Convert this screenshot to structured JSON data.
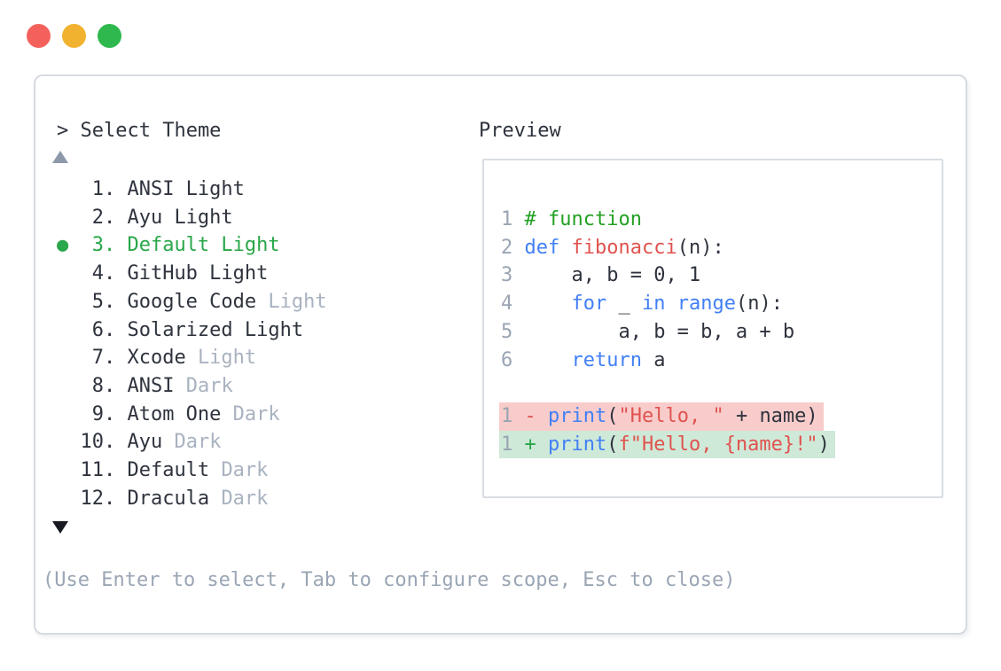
{
  "window": {
    "controls": [
      {
        "name": "close",
        "color": "#f4615c"
      },
      {
        "name": "minimize",
        "color": "#f1b32f"
      },
      {
        "name": "zoom",
        "color": "#2eb84d"
      }
    ]
  },
  "prompt": {
    "text": "> Select Theme"
  },
  "theme_list": {
    "scroll_up_icon": "triangle-up",
    "scroll_down_icon": "triangle-down",
    "selected_number": 3,
    "items": [
      {
        "number": 1,
        "name": "ANSI Light",
        "muted_suffix": "",
        "selected": false
      },
      {
        "number": 2,
        "name": "Ayu Light",
        "muted_suffix": "",
        "selected": false
      },
      {
        "number": 3,
        "name": "Default Light",
        "muted_suffix": "",
        "selected": true
      },
      {
        "number": 4,
        "name": "GitHub Light",
        "muted_suffix": "",
        "selected": false
      },
      {
        "number": 5,
        "name": "Google Code",
        "muted_suffix": "Light",
        "selected": false
      },
      {
        "number": 6,
        "name": "Solarized Light",
        "muted_suffix": "",
        "selected": false
      },
      {
        "number": 7,
        "name": "Xcode",
        "muted_suffix": "Light",
        "selected": false
      },
      {
        "number": 8,
        "name": "ANSI",
        "muted_suffix": "Dark",
        "selected": false
      },
      {
        "number": 9,
        "name": "Atom One",
        "muted_suffix": "Dark",
        "selected": false
      },
      {
        "number": 10,
        "name": "Ayu",
        "muted_suffix": "Dark",
        "selected": false
      },
      {
        "number": 11,
        "name": "Default",
        "muted_suffix": "Dark",
        "selected": false
      },
      {
        "number": 12,
        "name": "Dracula",
        "muted_suffix": "Dark",
        "selected": false
      }
    ]
  },
  "preview": {
    "title": "Preview",
    "code_lines": [
      {
        "num": "1",
        "diff": "",
        "tokens": [
          [
            "comment",
            "# function"
          ]
        ]
      },
      {
        "num": "2",
        "diff": "",
        "tokens": [
          [
            "keyword",
            "def"
          ],
          [
            "plain",
            " "
          ],
          [
            "func",
            "fibonacci"
          ],
          [
            "plain",
            "(n):"
          ]
        ]
      },
      {
        "num": "3",
        "diff": "",
        "tokens": [
          [
            "plain",
            "    a, b = 0, 1"
          ]
        ]
      },
      {
        "num": "4",
        "diff": "",
        "tokens": [
          [
            "plain",
            "    "
          ],
          [
            "keyword",
            "for"
          ],
          [
            "plain",
            " _ "
          ],
          [
            "keyword",
            "in"
          ],
          [
            "plain",
            " "
          ],
          [
            "keyword",
            "range"
          ],
          [
            "plain",
            "(n):"
          ]
        ]
      },
      {
        "num": "5",
        "diff": "",
        "tokens": [
          [
            "plain",
            "        a, b = b, a + b"
          ]
        ]
      },
      {
        "num": "6",
        "diff": "",
        "tokens": [
          [
            "plain",
            "    "
          ],
          [
            "keyword",
            "return"
          ],
          [
            "plain",
            " a"
          ]
        ]
      },
      {
        "num": "",
        "diff": "",
        "tokens": []
      },
      {
        "num": "1",
        "diff": "removed",
        "tokens": [
          [
            "minus",
            "- "
          ],
          [
            "keyword",
            "print"
          ],
          [
            "plain",
            "("
          ],
          [
            "string",
            "\"Hello, \""
          ],
          [
            "plain",
            " + name)"
          ]
        ]
      },
      {
        "num": "1",
        "diff": "added",
        "tokens": [
          [
            "plus",
            "+ "
          ],
          [
            "keyword",
            "print"
          ],
          [
            "plain",
            "("
          ],
          [
            "string",
            "f\"Hello, {name}!\""
          ],
          [
            "plain",
            ")"
          ]
        ]
      }
    ]
  },
  "footer": {
    "hint": "(Use Enter to select, Tab to configure scope, Esc to close)"
  },
  "colors": {
    "text": "#2e333d",
    "muted_suffix": "#a9b2c0",
    "hint": "#9aa5b4",
    "line_number": "#9aa4b3",
    "selected_green": "#2aa74a",
    "comment_green": "#23a023",
    "keyword_blue": "#4280f5",
    "string_red": "#df534f",
    "plus_green": "#2aa44a",
    "minus_red": "#df534f",
    "diff_removed_bg": "#f8cccb",
    "diff_added_bg": "#cfe9d8",
    "panel_border": "#d6dae1",
    "preview_border": "#d9dde3",
    "arrow_up": "#8d99ab",
    "arrow_down": "#171a20",
    "traffic_red": "#f4615c",
    "traffic_yellow": "#f1b32f",
    "traffic_green": "#2eb84d"
  }
}
